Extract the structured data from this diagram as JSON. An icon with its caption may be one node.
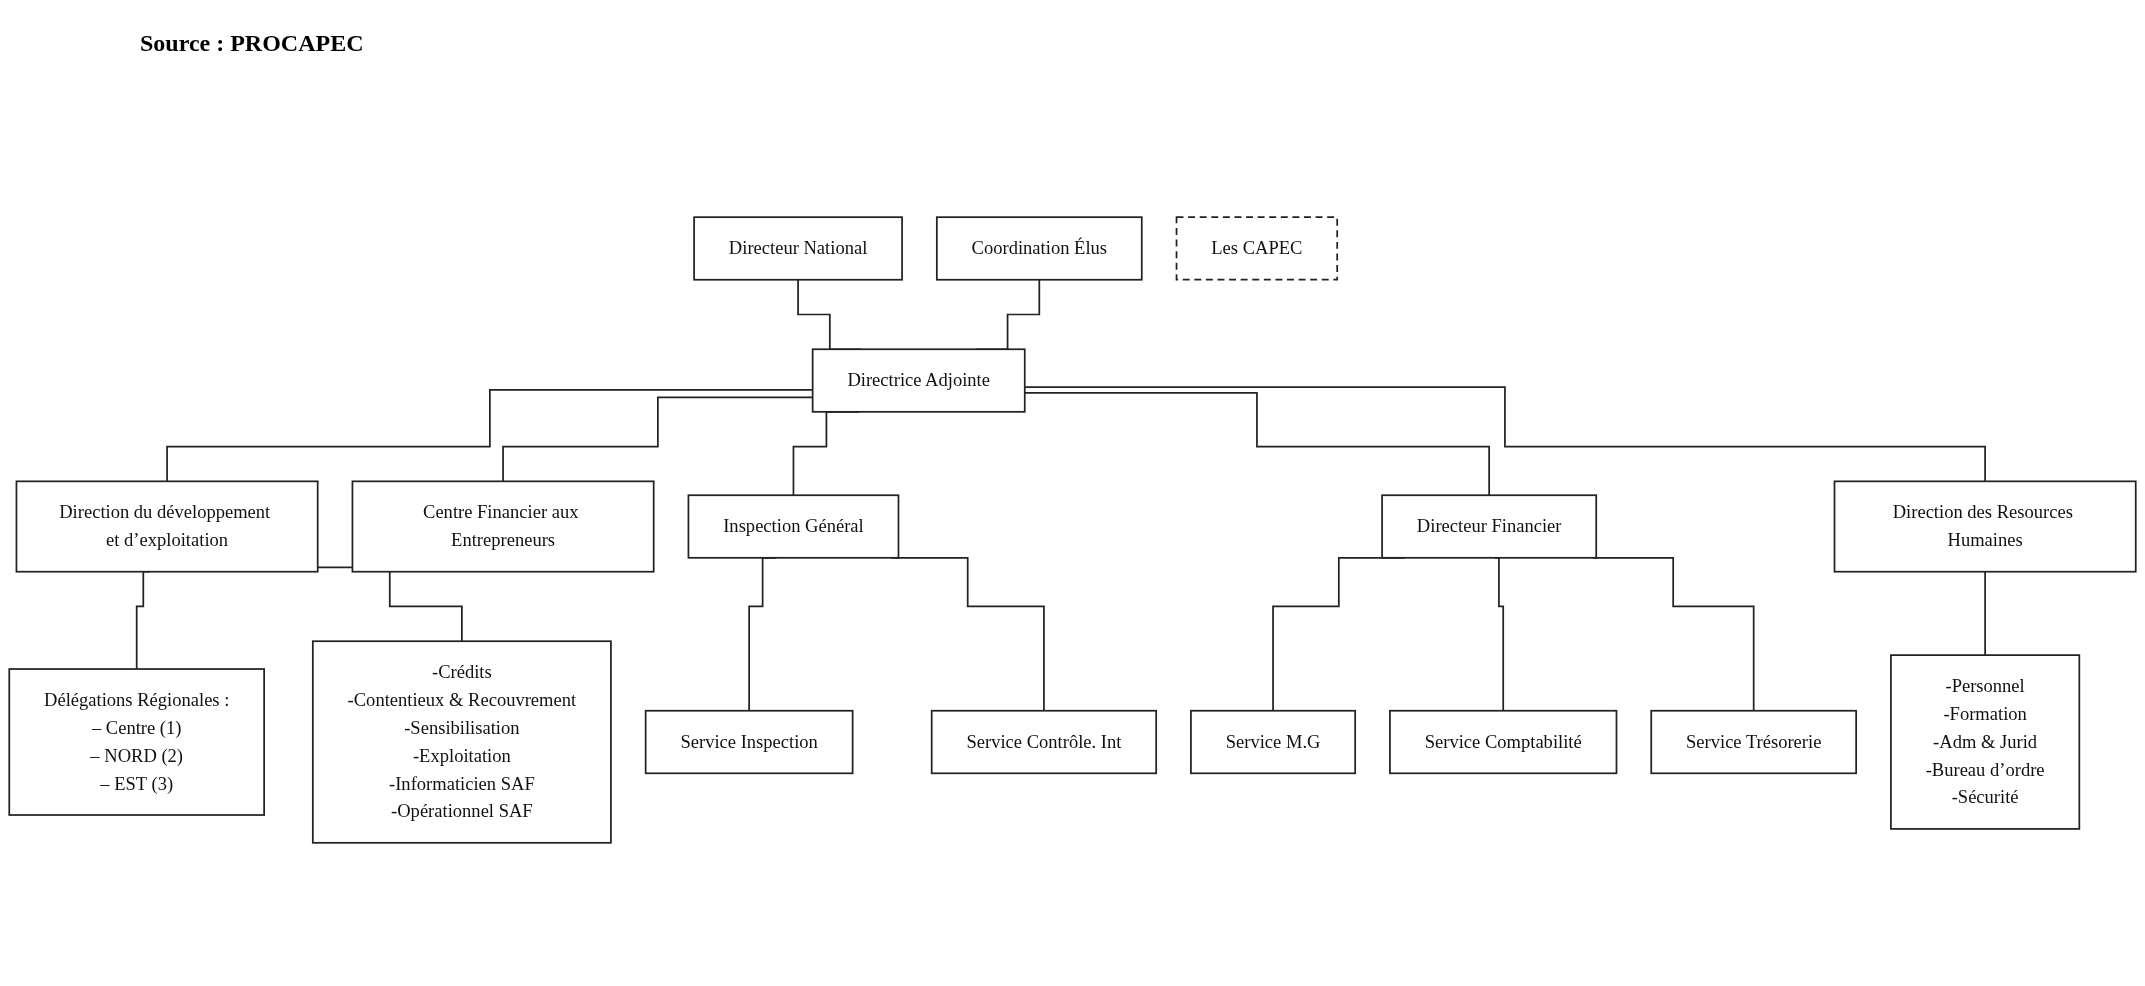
{
  "diagram": {
    "nodes": [
      {
        "text": [
          "Directeur National"
        ]
      },
      {
        "text": [
          "Coordination Élus"
        ]
      },
      {
        "text": [
          "Directrice Adjointe"
        ]
      },
      {
        "text": [
          "Direction du développement et d’exploitation"
        ]
      },
      {
        "text": [
          "Centre Financier aux Entrepreneurs"
        ]
      },
      {
        "text": [
          "Inspection Général"
        ]
      },
      {
        "text": [
          "Directeur Financier"
        ]
      },
      {
        "text": [
          "Direction des Resources Humaines"
        ]
      },
      {
        "text": [
          "Délégations Régionales :",
          "– Centre (1)",
          "– NORD (2)",
          "– EST (3)"
        ]
      },
      {
        "text": [
          "-Crédits",
          "-Contentieux & Recouvrement",
          "-Sensibilisation",
          "-Exploitation",
          "-Informaticien SAF",
          "-Opérationnel SAF"
        ]
      },
      {
        "text": [
          "Service Inspection"
        ]
      },
      {
        "text": [
          "Service Contrôle. Int"
        ]
      },
      {
        "text": [
          "Service M.G"
        ]
      },
      {
        "text": [
          "Service Comptabilité"
        ]
      },
      {
        "text": [
          "Service Trésorerie"
        ]
      },
      {
        "text": [
          "-Personnel",
          "-Formation",
          "-Adm & Jurid",
          "-Bureau d’ordre",
          "-Sécurité"
        ]
      },
      {
        "text": [
          "Les CAPEC"
        ]
      }
    ],
    "edges": [
      {
        "from": 0,
        "to": 2,
        "arrow": "none"
      },
      {
        "from": 1,
        "to": 2,
        "arrow": "none"
      },
      {
        "from": 2,
        "to": 3,
        "arrow": "none"
      },
      {
        "from": 2,
        "to": 4,
        "arrow": "none"
      },
      {
        "from": 2,
        "to": 5,
        "arrow": "none"
      },
      {
        "from": 2,
        "to": 6,
        "arrow": "none"
      },
      {
        "from": 2,
        "to": 7,
        "arrow": "none"
      },
      {
        "from": 3,
        "to": 8,
        "arrow": "none"
      },
      {
        "from": 3,
        "to": 9,
        "arrow": "none"
      },
      {
        "from": 5,
        "to": 10,
        "arrow": "none"
      },
      {
        "from": 5,
        "to": 11,
        "arrow": "none"
      },
      {
        "from": 6,
        "to": 12,
        "arrow": "none"
      },
      {
        "from": 6,
        "to": 13,
        "arrow": "none"
      },
      {
        "from": 6,
        "to": 14,
        "arrow": "none"
      },
      {
        "from": 7,
        "to": 15,
        "arrow": "none"
      }
    ],
    "labels": [
      "Source : PROCAPEC"
    ]
  }
}
